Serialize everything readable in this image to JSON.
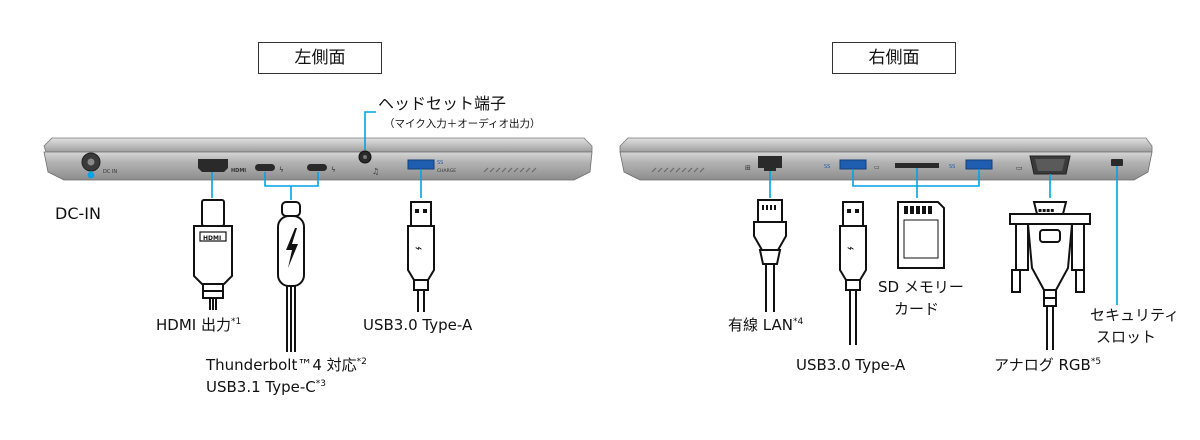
{
  "left_panel": {
    "title": "左側面"
  },
  "right_panel": {
    "title": "右側面"
  },
  "labels": {
    "headset": "ヘッドセット端子",
    "headset_sub": "（マイク入力＋オーディオ出力）",
    "dcin": "DC-IN",
    "hdmi": "HDMI 出力",
    "hdmi_note": "*1",
    "thunderbolt": "Thunderbolt™4 対応",
    "thunderbolt_note": "*2",
    "usbc": "USB3.1 Type-C",
    "usbc_note": "*3",
    "usb_left": "USB3.0 Type-A",
    "lan": "有線 LAN",
    "lan_note": "*4",
    "usb_right": "USB3.0 Type-A",
    "sd_line1": "SD メモリー",
    "sd_line2": "カード",
    "rgb": "アナログ RGB",
    "rgb_note": "*5",
    "security_line1": "セキュリティ",
    "security_line2": "スロット"
  },
  "port_markings": {
    "dcin": "DC IN",
    "hdmi": "HDMI",
    "charge": "CHARGE",
    "usb_logo": "SS"
  },
  "colors": {
    "leader": "#00a3e8",
    "body": "#a7a7a7",
    "body_dark": "#7e7e7e",
    "port": "#222222"
  }
}
